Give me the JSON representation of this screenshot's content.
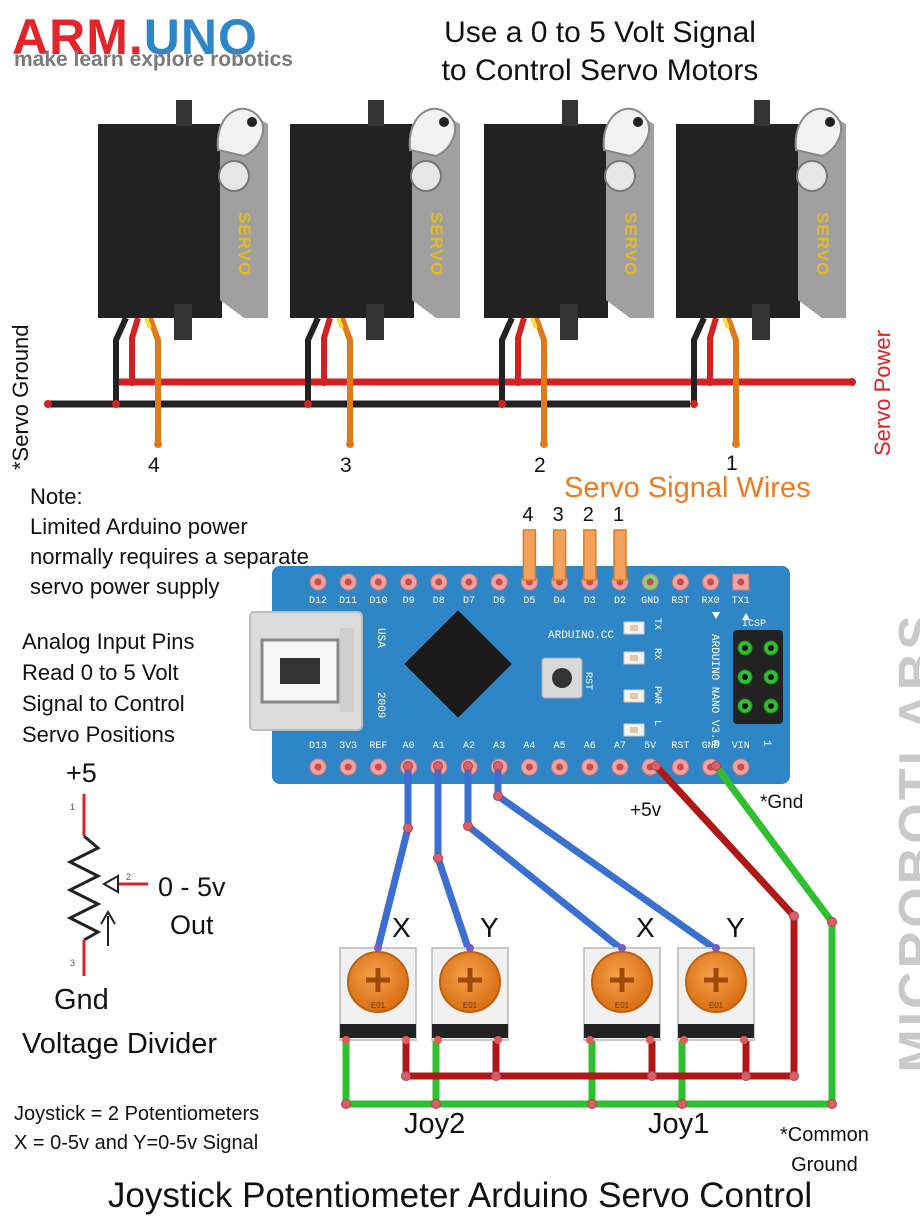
{
  "logo": {
    "brand_left": "ARM",
    "brand_dot": ".",
    "brand_right": "UNO",
    "tagline": "make learn explore robotics"
  },
  "header": {
    "title_line1": "Use a 0 to 5 Volt Signal",
    "title_line2": "to Control Servo Motors"
  },
  "watermark": "MICROBOTLABS",
  "servos": {
    "label": "SERVO",
    "numbers": [
      "4",
      "3",
      "2",
      "1"
    ]
  },
  "rails": {
    "ground_label": "*Servo Ground",
    "power_label": "Servo Power"
  },
  "signal_wires": {
    "title": "Servo Signal Wires",
    "numbers": [
      "4",
      "3",
      "2",
      "1"
    ]
  },
  "note": {
    "line1": "Note:",
    "line2": "Limited Arduino power",
    "line3": "normally requires a separate",
    "line4": "servo power supply"
  },
  "analog_note": {
    "line1": "Analog Input Pins",
    "line2": "Read 0 to 5 Volt",
    "line3": "Signal to Control",
    "line4": "Servo Positions"
  },
  "arduino": {
    "top_pins": [
      "D12",
      "D11",
      "D10",
      "D9",
      "D8",
      "D7",
      "D6",
      "D5",
      "D4",
      "D3",
      "D2",
      "GND",
      "RST",
      "RX0",
      "TX1"
    ],
    "bottom_pins": [
      "D13",
      "3V3",
      "REF",
      "A0",
      "A1",
      "A2",
      "A3",
      "A4",
      "A5",
      "A6",
      "A7",
      "5V",
      "RST",
      "GND",
      "VIN"
    ],
    "usa": "USA",
    "year": "2009",
    "brand": "ARDUINO.CC",
    "model": "ARDUINO NANO V3.0",
    "icsp": "ICSP",
    "leds": [
      "TX",
      "RX",
      "PWR",
      "L"
    ],
    "rst": "RST",
    "icsp_num": "1"
  },
  "power_labels": {
    "plus5": "+5v",
    "gnd": "*Gnd"
  },
  "divider": {
    "plus5": "+5",
    "out_line1": "0 - 5v",
    "out_line2": "Out",
    "gnd": "Gnd",
    "caption": "Voltage Divider",
    "pin1": "1",
    "pin2": "2",
    "pin3": "3"
  },
  "pots": {
    "labels": [
      "X",
      "Y",
      "X",
      "Y"
    ],
    "code": "E01"
  },
  "joysticks": {
    "joy2": "Joy2",
    "joy1": "Joy1"
  },
  "joystick_note": {
    "line1": "Joystick = 2 Potentiometers",
    "line2": "X = 0-5v and Y=0-5v Signal"
  },
  "common_ground": {
    "line1": "*Common",
    "line2": "Ground"
  },
  "footer": {
    "title": "Joystick Potentiometer Arduino Servo Control"
  },
  "colors": {
    "red_wire": "#d42020",
    "black_wire": "#222222",
    "orange_wire": "#e07a1a",
    "blue_wire": "#3b6fd0",
    "green_wire": "#2ec02e",
    "darkred_wire": "#b01818",
    "board": "#2f86c7",
    "servo_body": "#222222",
    "servo_side": "#999999",
    "servo_text": "#e3b928",
    "signal_title": "#f07a1e"
  }
}
